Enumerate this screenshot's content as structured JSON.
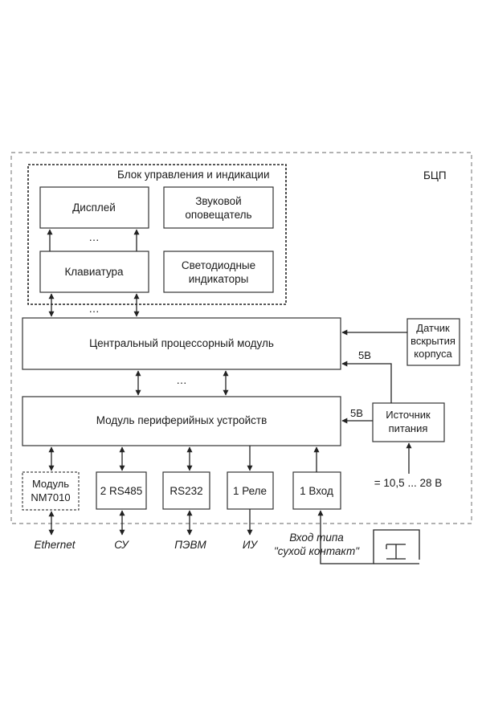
{
  "outer_label": "БЦП",
  "control_block": {
    "title": "Блок управления и индикации",
    "display": "Дисплей",
    "sound_line1": "Звуковой",
    "sound_line2": "оповещатель",
    "keyboard": "Клавиатура",
    "led_line1": "Светодиодные",
    "led_line2": "индикаторы",
    "ellipsis": "…"
  },
  "cpu": "Центральный процессорный модуль",
  "peripheral": "Модуль периферийных устройств",
  "bus_ellipsis_top": "…",
  "bus_ellipsis_mid": "…",
  "tamper_line1": "Датчик",
  "tamper_line2": "вскрытия",
  "tamper_line3": "корпуса",
  "power_line1": "Источник",
  "power_line2": "питания",
  "voltage_cpu": "5В",
  "voltage_periph": "5В",
  "supply": "= 10,5 ... 28 В",
  "modules": {
    "nm_line1": "Модуль",
    "nm_line2": "NM7010",
    "rs485": "2 RS485",
    "rs232": "RS232",
    "relay": "1 Реле",
    "input": "1 Вход"
  },
  "ports": {
    "ethernet": "Ethernet",
    "su": "СУ",
    "pevm": "ПЭВМ",
    "iu": "ИУ",
    "dry_line1": "Вход типа",
    "dry_line2": "\"сухой контакт\""
  }
}
